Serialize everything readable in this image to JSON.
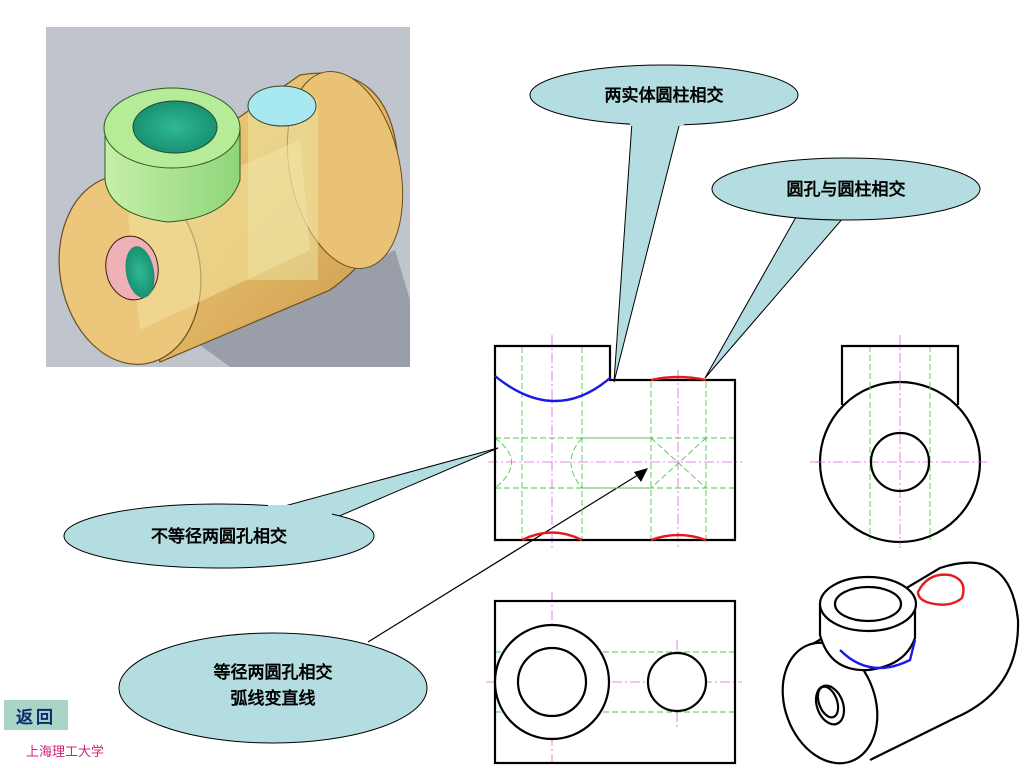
{
  "callouts": {
    "two_solid_cylinders": "两实体圆柱相交",
    "hole_and_cylinder": "圆孔与圆柱相交",
    "unequal_holes": "不等径两圆孔相交",
    "equal_holes_line1": "等径两圆孔相交",
    "equal_holes_line2": "弧线变直线"
  },
  "nav": {
    "back_label": "返回"
  },
  "footer": {
    "school": "上海理工大学"
  },
  "colors": {
    "callout_fill": "#b3dde0",
    "blue_curve": "#1a1ae6",
    "red_curve": "#e61a1a",
    "center_line": "#e060e0",
    "hidden_line": "#50c850",
    "render_bg": "#c0c4cc",
    "cylinder": "#e8c070",
    "boss": "#b8e89a"
  }
}
